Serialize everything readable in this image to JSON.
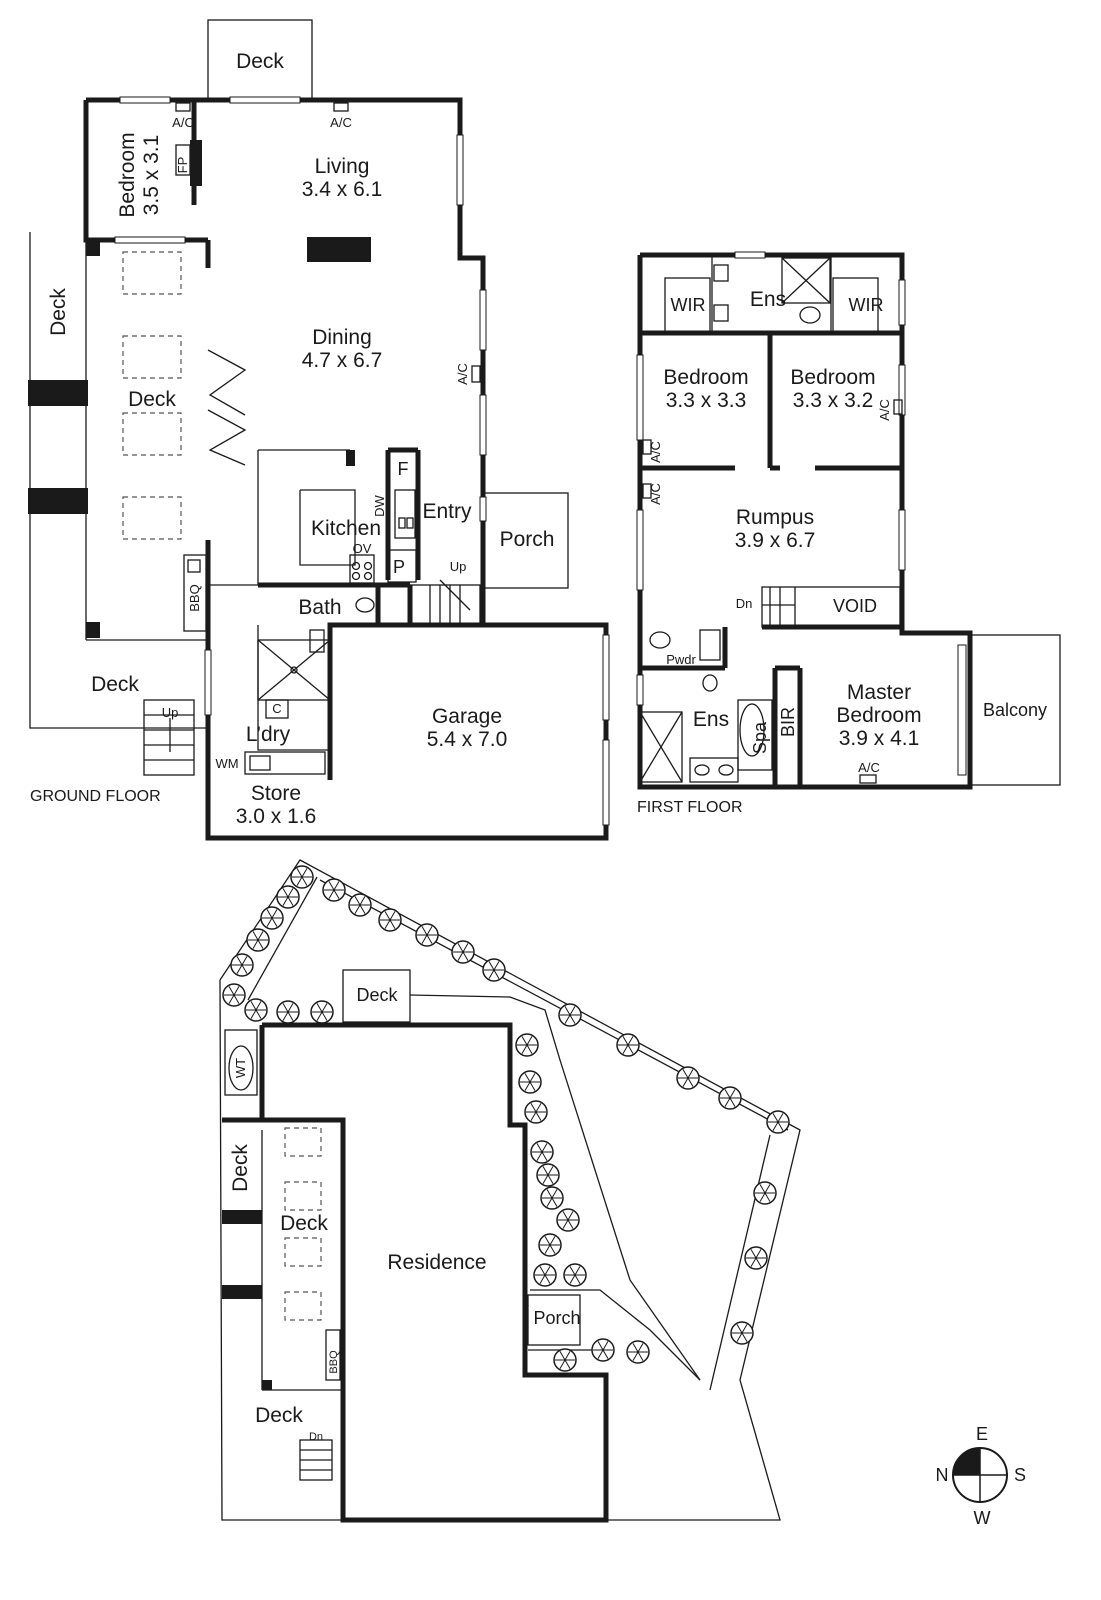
{
  "floor_labels": {
    "ground": "GROUND FLOOR",
    "first": "FIRST FLOOR"
  },
  "ground_floor": {
    "deck_top": "Deck",
    "bedroom_name": "Bedroom",
    "bedroom_size": "3.5 x 3.1",
    "living_name": "Living",
    "living_size": "3.4 x 6.1",
    "dining_name": "Dining",
    "dining_size": "4.7 x 6.7",
    "deck_side": "Deck",
    "deck_inner": "Deck",
    "kitchen": "Kitchen",
    "entry": "Entry",
    "porch": "Porch",
    "bath": "Bath",
    "laundry": "L’dry",
    "garage_name": "Garage",
    "garage_size": "5.4 x 7.0",
    "deck_bottom": "Deck",
    "store_name": "Store",
    "store_size": "3.0 x 1.6",
    "up_stairs": "Up",
    "up_entry": "Up",
    "ac_1": "A/C",
    "ac_2": "A/C",
    "ac_3": "A/C",
    "fireplace": "FP",
    "fridge": "F",
    "dishwasher": "DW",
    "oven": "OV",
    "pantry": "P",
    "bbq": "BBQ",
    "cupboard": "C",
    "washing_machine": "WM"
  },
  "first_floor": {
    "wir_left": "WIR",
    "ensuite_top": "Ens",
    "wir_right": "WIR",
    "bedroom_left_name": "Bedroom",
    "bedroom_left_size": "3.3 x 3.3",
    "bedroom_right_name": "Bedroom",
    "bedroom_right_size": "3.3 x 3.2",
    "rumpus_name": "Rumpus",
    "rumpus_size": "3.9 x 6.7",
    "down": "Dn",
    "void": "VOID",
    "powder": "Pwdr",
    "ensuite_bottom": "Ens",
    "spa": "Spa",
    "bir": "BIR",
    "master_name_1": "Master",
    "master_name_2": "Bedroom",
    "master_size": "3.9 x 4.1",
    "balcony": "Balcony",
    "ac_1": "A/C",
    "ac_2": "A/C",
    "ac_3": "A/C",
    "ac_4": "A/C"
  },
  "site_plan": {
    "deck_top": "Deck",
    "water_tank": "WT",
    "deck_left": "Deck",
    "deck_inner": "Deck",
    "residence": "Residence",
    "porch": "Porch",
    "bbq": "BBQ",
    "deck_bottom": "Deck",
    "down": "Dn"
  },
  "compass": {
    "north": "N",
    "east": "E",
    "south": "S",
    "west": "W"
  }
}
